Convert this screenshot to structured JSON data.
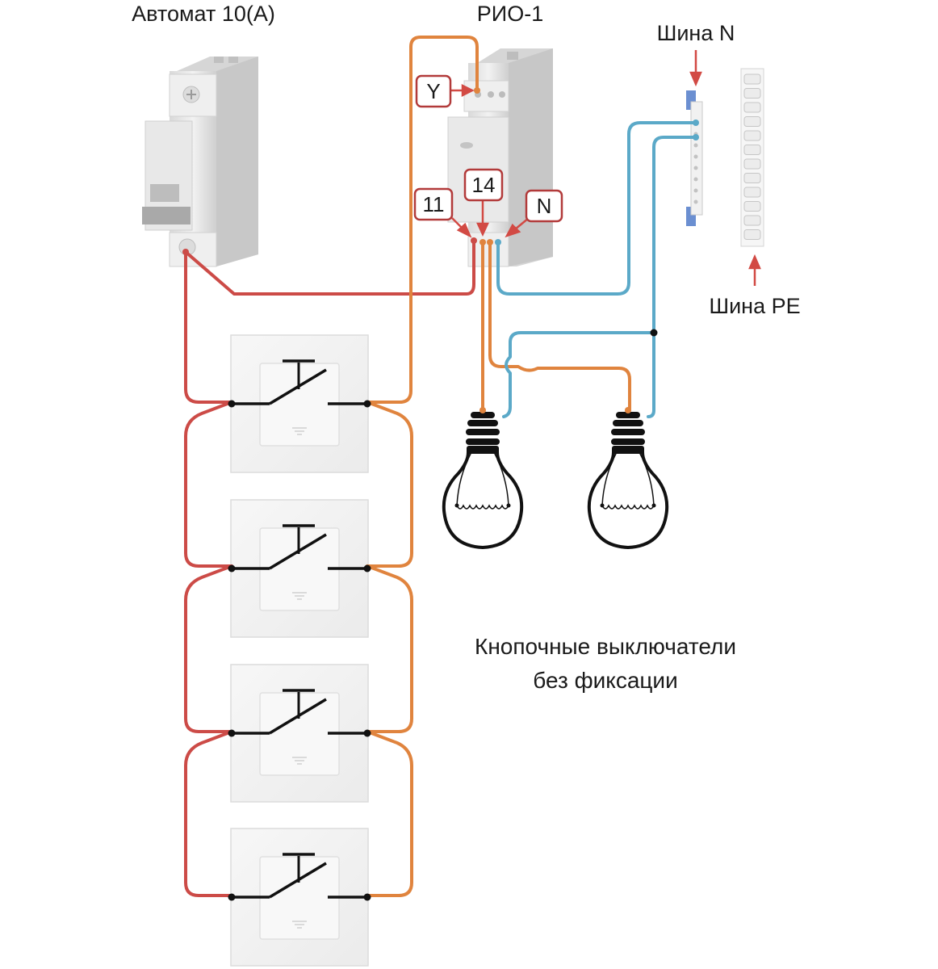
{
  "labels": {
    "breaker": "Автомат 10(А)",
    "relay": "РИО-1",
    "bus_n": "Шина N",
    "bus_pe": "Шина PE",
    "caption_line1": "Кнопочные выключатели",
    "caption_line2": "без фиксации"
  },
  "terminals": {
    "y": "Y",
    "t11": "11",
    "t14": "14",
    "n": "N"
  },
  "colors": {
    "phase_wire": "#cc4b47",
    "switched_wire": "#e0843e",
    "neutral_wire": "#5ba9c8",
    "tag_border": "#b23a3a",
    "arrow": "#d24a44",
    "device_body": "#e4e4e4",
    "switch_plate": "#f2f2f2",
    "bus_n_clamp": "#6b8fd1"
  },
  "components": {
    "switch_count": 4,
    "lamp_count": 2
  }
}
